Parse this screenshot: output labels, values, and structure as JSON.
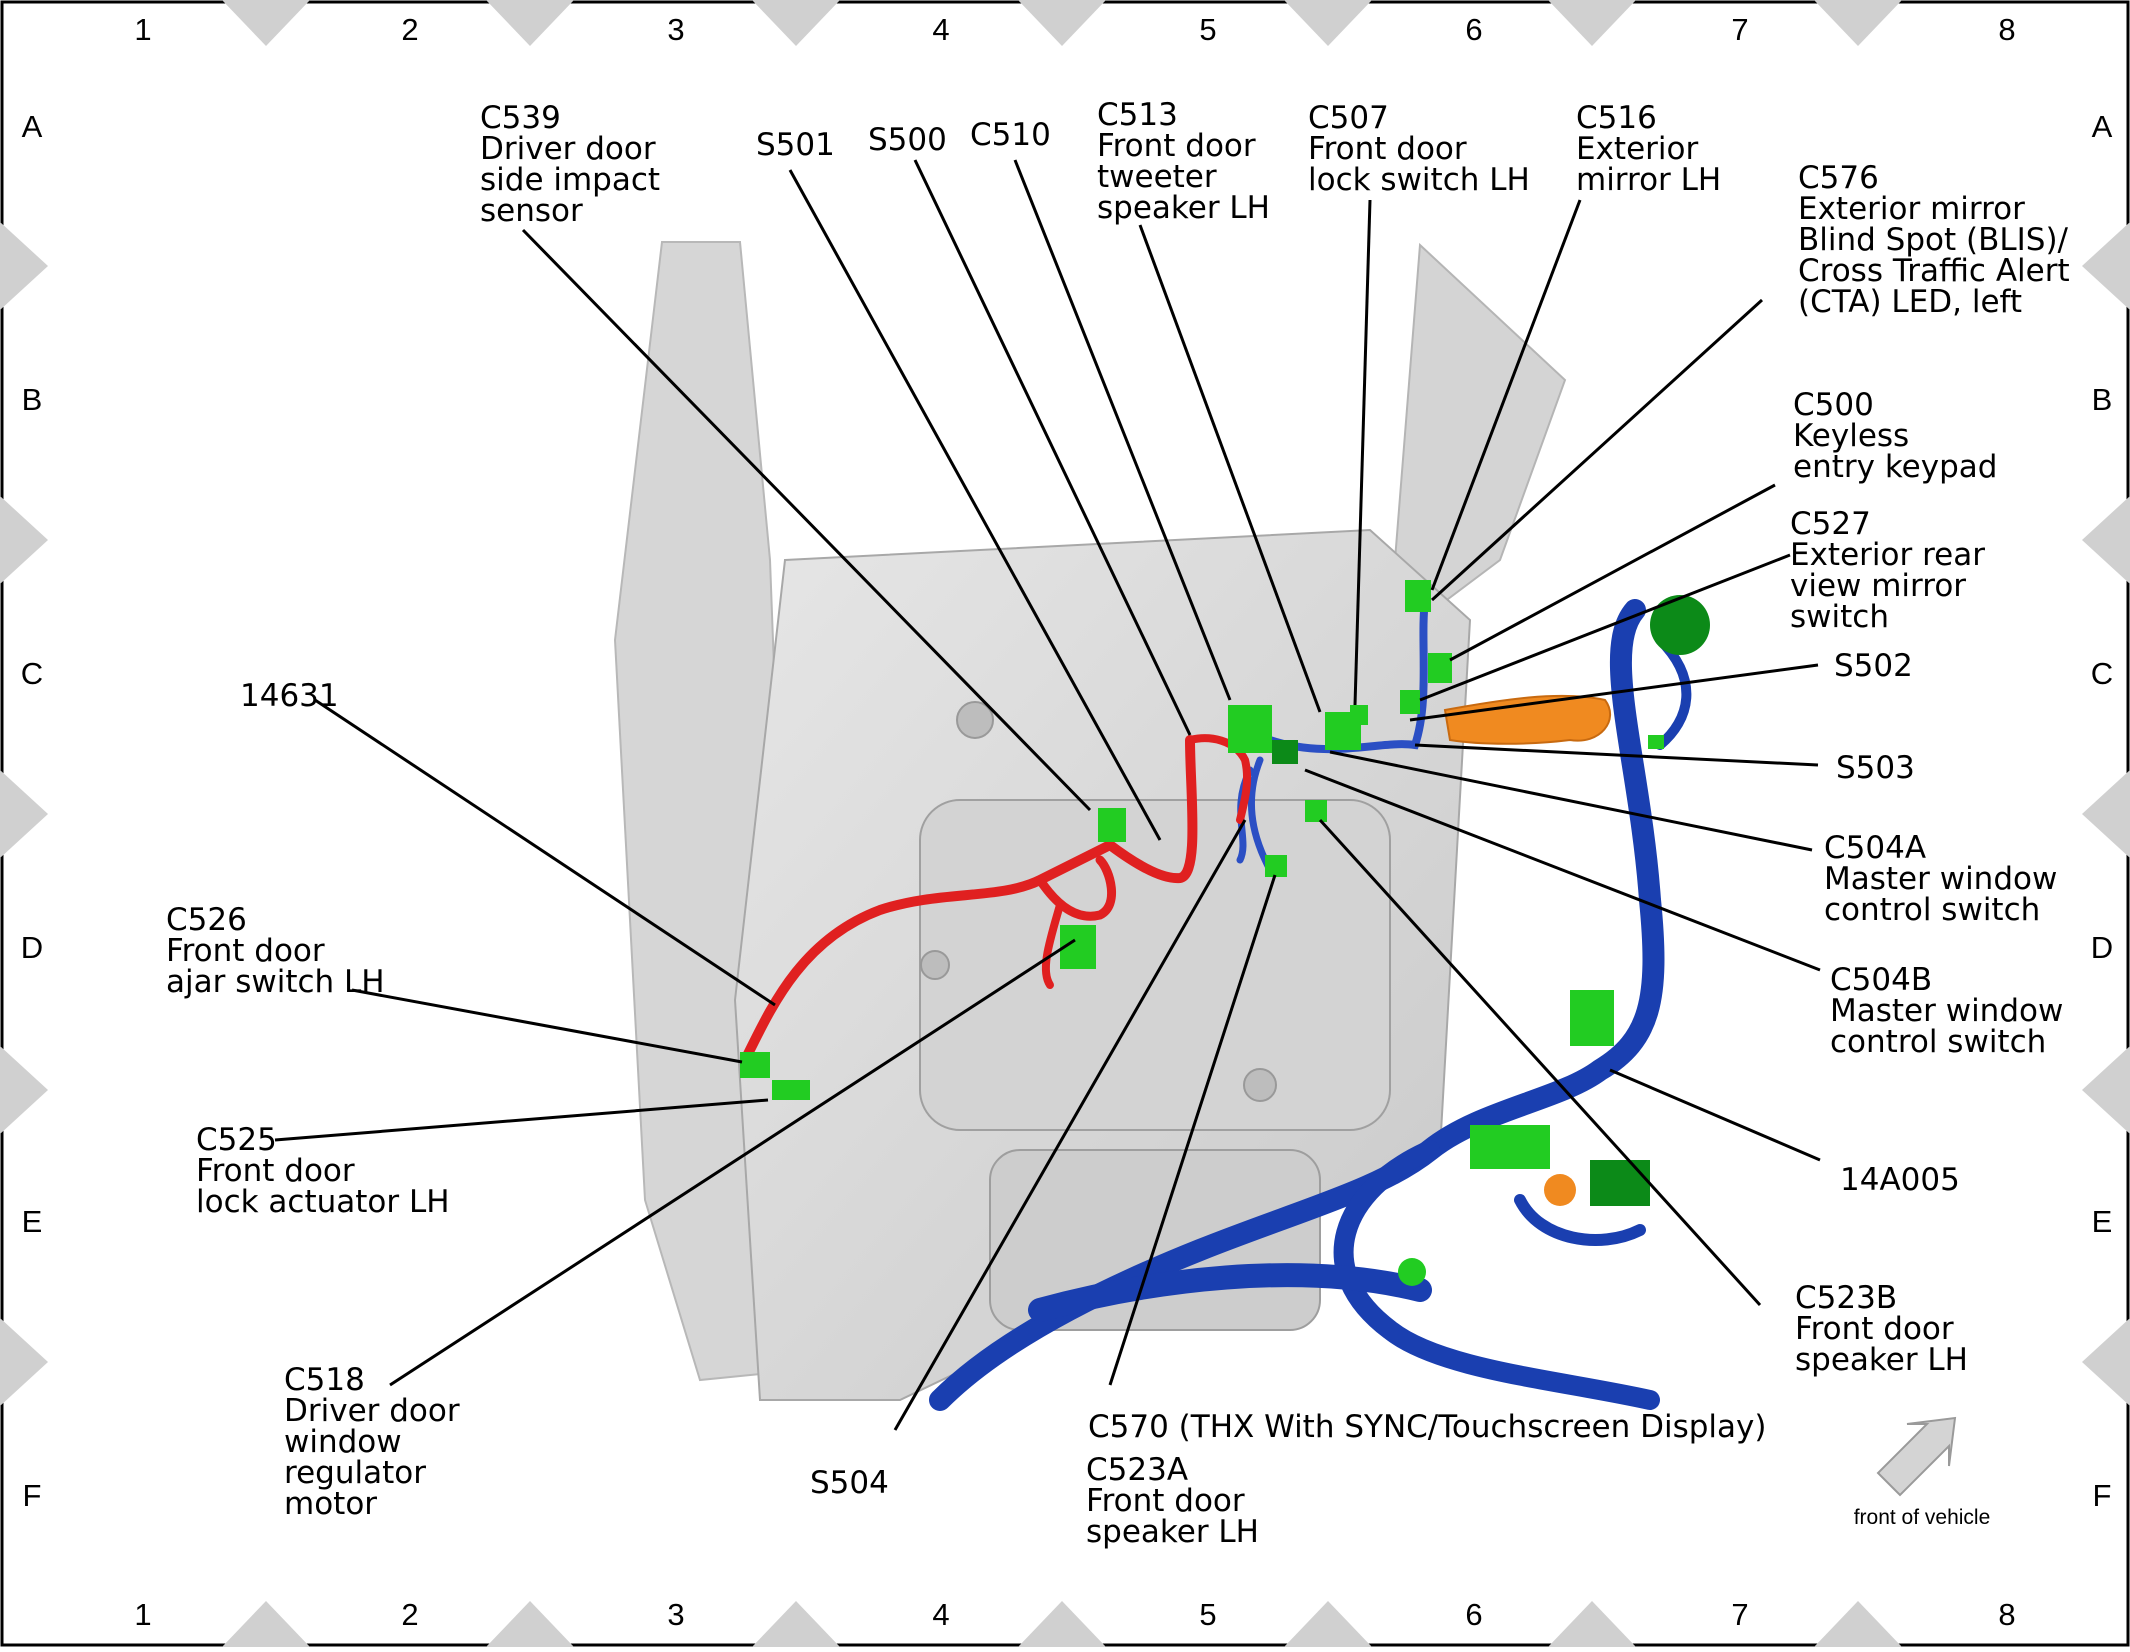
{
  "grid": {
    "columns": [
      "1",
      "2",
      "3",
      "4",
      "5",
      "6",
      "7",
      "8"
    ],
    "rows": [
      "A",
      "B",
      "C",
      "D",
      "E",
      "F"
    ]
  },
  "front_label": "front of vehicle",
  "colors": {
    "harness_red": "#e02020",
    "harness_blue": "#1a3fb0",
    "connector_green": "#22cc22",
    "connector_dark_green": "#0c8a18",
    "harness_orange": "#f08a20",
    "door_panel": "#d9d9d9"
  },
  "callouts": [
    {
      "id": "c539",
      "lines": [
        "C539",
        "Driver door",
        "side impact",
        "sensor"
      ]
    },
    {
      "id": "s501",
      "lines": [
        "S501"
      ]
    },
    {
      "id": "s500",
      "lines": [
        "S500"
      ]
    },
    {
      "id": "c510",
      "lines": [
        "C510"
      ]
    },
    {
      "id": "c513",
      "lines": [
        "C513",
        "Front door",
        "tweeter",
        "speaker LH"
      ]
    },
    {
      "id": "c507",
      "lines": [
        "C507",
        "Front door",
        "lock switch LH"
      ]
    },
    {
      "id": "c516",
      "lines": [
        "C516",
        "Exterior",
        "mirror LH"
      ]
    },
    {
      "id": "c576",
      "lines": [
        "C576",
        "Exterior mirror",
        "Blind Spot (BLIS)/",
        "Cross Traffic Alert",
        "(CTA) LED, left"
      ]
    },
    {
      "id": "c500",
      "lines": [
        "C500",
        "Keyless",
        "entry keypad"
      ]
    },
    {
      "id": "c527",
      "lines": [
        "C527",
        "Exterior rear",
        "view mirror",
        "switch"
      ]
    },
    {
      "id": "s502",
      "lines": [
        "S502"
      ]
    },
    {
      "id": "s503",
      "lines": [
        "S503"
      ]
    },
    {
      "id": "c504a",
      "lines": [
        "C504A",
        "Master window",
        "control switch"
      ]
    },
    {
      "id": "c504b",
      "lines": [
        "C504B",
        "Master window",
        "control switch"
      ]
    },
    {
      "id": "w14a005",
      "lines": [
        "14A005"
      ]
    },
    {
      "id": "c523b",
      "lines": [
        "C523B",
        "Front door",
        "speaker LH"
      ]
    },
    {
      "id": "c570",
      "lines": [
        "C570 (THX With SYNC/Touchscreen Display)"
      ]
    },
    {
      "id": "c523a",
      "lines": [
        "C523A",
        "Front door",
        "speaker LH"
      ]
    },
    {
      "id": "s504",
      "lines": [
        "S504"
      ]
    },
    {
      "id": "c518",
      "lines": [
        "C518",
        "Driver door",
        "window",
        "regulator",
        "motor"
      ]
    },
    {
      "id": "c525",
      "lines": [
        "C525",
        "Front door",
        "lock actuator LH"
      ]
    },
    {
      "id": "c526",
      "lines": [
        "C526",
        "Front door",
        "ajar switch LH"
      ]
    },
    {
      "id": "w14631",
      "lines": [
        "14631"
      ]
    }
  ]
}
